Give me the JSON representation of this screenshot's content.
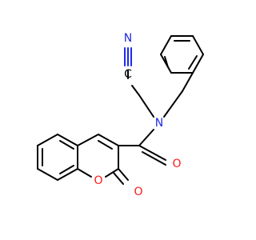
{
  "structure": {
    "atom_labels": [
      {
        "id": "n-nitrile",
        "text": "N",
        "color": "#1f2ae0"
      },
      {
        "id": "c-nitrile",
        "text": "C",
        "color": "#000000"
      },
      {
        "id": "n-amide",
        "text": "N",
        "color": "#1f2ae0"
      },
      {
        "id": "o-amide",
        "text": "O",
        "color": "#ff1a1a"
      },
      {
        "id": "o-ring",
        "text": "O",
        "color": "#ff1a1a"
      },
      {
        "id": "o-lactone",
        "text": "O",
        "color": "#ff1a1a"
      }
    ],
    "colors": {
      "bond": "#000000",
      "nitrogen": "#1f2ae0",
      "oxygen": "#ff1a1a",
      "background": "#ffffff"
    }
  }
}
